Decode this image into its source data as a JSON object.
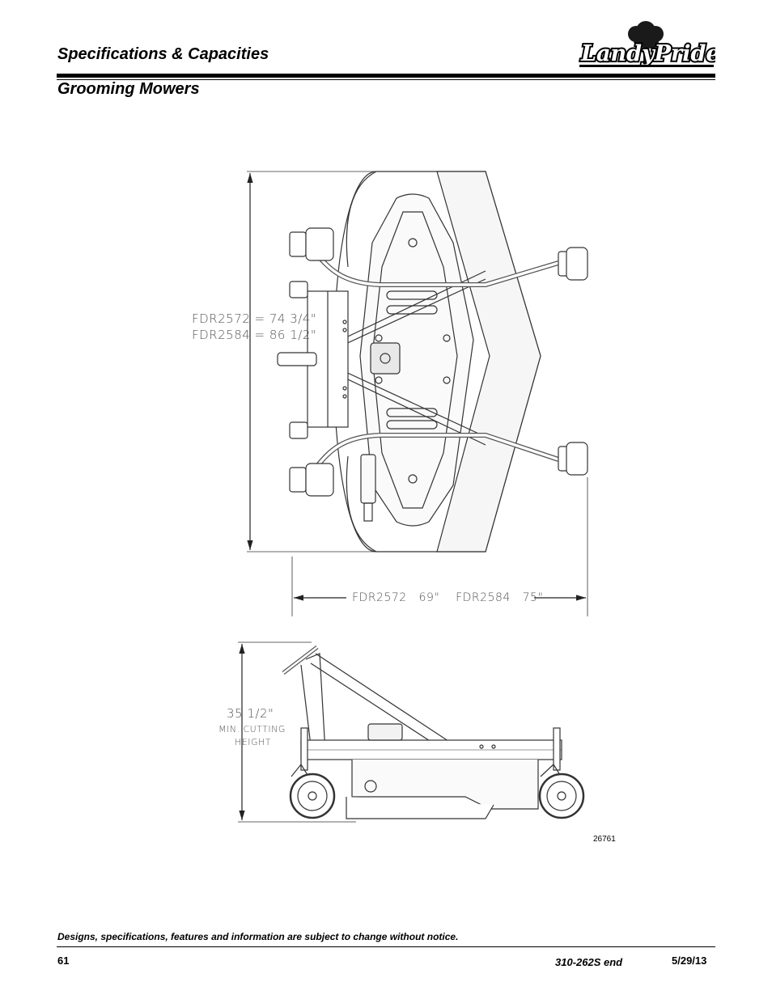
{
  "header": {
    "title": "Specifications & Capacities",
    "logo_text": "LandyPride"
  },
  "section": {
    "title": "Grooming Mowers"
  },
  "drawing": {
    "top_view": {
      "length_line1": "FDR2572 = 74 3/4\"",
      "length_line2": "FDR2584 = 86 1/2\"",
      "width_label": "FDR2572   69\"    FDR2584   75\""
    },
    "side_view": {
      "height_value": "35 1/2\"",
      "height_caption_line1": "MIN. CUTTING",
      "height_caption_line2": "HEIGHT"
    },
    "figure_number": "26761"
  },
  "footer": {
    "disclaimer": "Designs, specifications, features and information are subject to change without notice.",
    "page_number": "61",
    "document_number": "310-262S end",
    "date": "5/29/13"
  },
  "colors": {
    "line": "#333333",
    "text": "#000000"
  }
}
